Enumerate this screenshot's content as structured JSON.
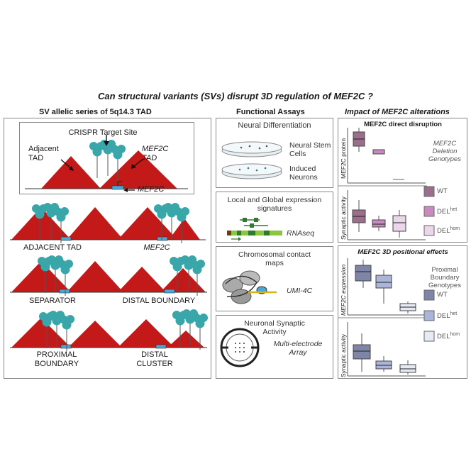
{
  "title": "Can structural variants (SVs) disrupt 3D regulation of MEF2C ?",
  "columns": {
    "left": "SV allelic series of 5q14.3 TAD",
    "middle": "Functional Assays",
    "right": "Impact of MEF2C alterations"
  },
  "schematic": {
    "crispr_label": "CRISPR Target Site",
    "adjacent_tad": "Adjacent TAD",
    "mef2c_tad": "MEF2C TAD",
    "mef2c_gene": "MEF2C"
  },
  "variants": [
    {
      "label": "ADJACENT TAD"
    },
    {
      "label": "MEF2C"
    },
    {
      "label": "SEPARATOR"
    },
    {
      "label": "DISTAL BOUNDARY"
    },
    {
      "label": "PROXIMAL BOUNDARY"
    },
    {
      "label": "DISTAL CLUSTER"
    }
  ],
  "assays": {
    "neural_diff": {
      "title": "Neural Differentiation",
      "nsc": "Neural Stem Cells",
      "neurons": "Induced Neurons"
    },
    "expression": {
      "title": "Local and Global expression signatures",
      "method": "RNAseq"
    },
    "contact": {
      "title": "Chromosomal contact maps",
      "method": "UMI-4C"
    },
    "synaptic": {
      "title": "Neuronal Synaptic Activity",
      "method": "Multi-electrode Array"
    }
  },
  "impact": {
    "direct": {
      "title": "MEF2C direct disruption",
      "ylabel_protein": "MEF2C protein",
      "ylabel_synaptic": "Synaptic activity",
      "legend_title": "MEF2C Deletion Genotypes",
      "legend": [
        {
          "label": "WT",
          "color": "#9b6f8c"
        },
        {
          "label": "DEL",
          "sup": "het",
          "color": "#c98ac0"
        },
        {
          "label": "DEL",
          "sup": "hom",
          "color": "#ecd6ea"
        }
      ]
    },
    "positional": {
      "title": "MEF2C 3D positional effects",
      "ylabel_expression": "MEF2C expression",
      "ylabel_synaptic": "Synaptic activity",
      "legend_title": "Proximal Boundary Genotypes",
      "legend": [
        {
          "label": "WT",
          "color": "#7f85a6"
        },
        {
          "label": "DEL",
          "sup": "het",
          "color": "#aab5d8"
        },
        {
          "label": "DEL",
          "sup": "hom",
          "color": "#e6eaf6"
        }
      ]
    }
  },
  "colors": {
    "tad": "#c41919",
    "tree": "#39a6a9",
    "gene": "#4aa8d8"
  }
}
